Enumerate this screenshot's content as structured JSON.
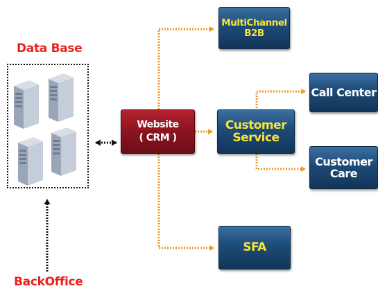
{
  "labels": {
    "database": "Data Base",
    "backoffice": "BackOffice"
  },
  "nodes": {
    "crm": {
      "line1": "Website",
      "line2": "( CRM )"
    },
    "multichannel": {
      "line1": "MultiChannel",
      "line2": "B2B"
    },
    "customer_service": {
      "line1": "Customer",
      "line2": "Service"
    },
    "call_center": {
      "line1": "Call Center"
    },
    "customer_care": {
      "line1": "Customer",
      "line2": "Care"
    },
    "sfa": {
      "line1": "SFA"
    }
  },
  "colors": {
    "connector_orange": "#f39a1e",
    "connector_black": "#111111",
    "box_navy": "#1d4b78",
    "box_wine": "#8a1420",
    "text_yellow": "#f6e53a",
    "label_red": "#e8211b"
  },
  "icons": [
    "server-icon",
    "server-icon",
    "server-icon",
    "server-icon"
  ]
}
